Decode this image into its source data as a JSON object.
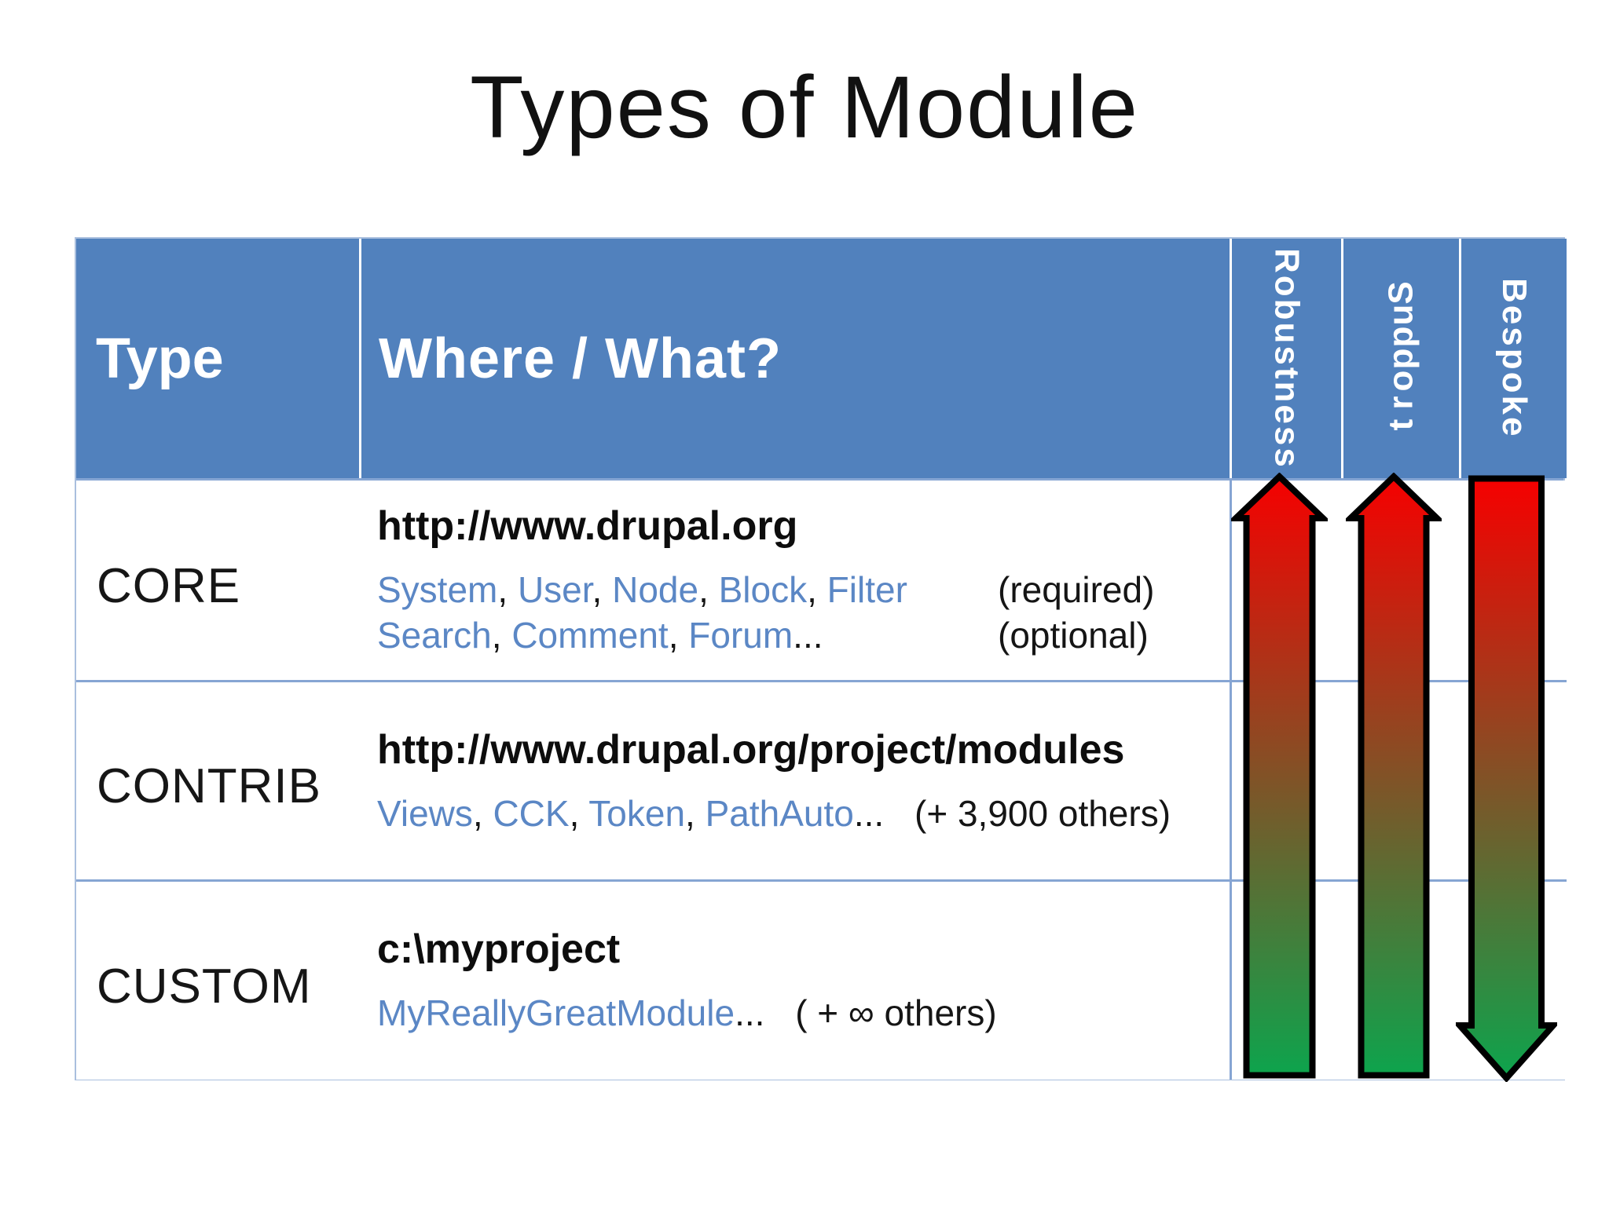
{
  "title": "Types of Module",
  "colors": {
    "header_blue": "#5181bd",
    "line_blue": "#86a5d3",
    "link_blue": "#5b87c5",
    "text_black": "#151515",
    "arrow_red": "#f60000",
    "arrow_green": "#0da44d",
    "arrow_outline": "#000000"
  },
  "table": {
    "header": {
      "type_label": "Type",
      "where_label": "Where / What?",
      "vertical_labels": [
        "Robustness",
        "Support",
        "Bespoke"
      ]
    },
    "rows": [
      {
        "type": "CORE",
        "location": "http://www.drupal.org",
        "lines": [
          {
            "segments": [
              {
                "t": "System",
                "c": "blue"
              },
              {
                "t": ", ",
                "c": "black"
              },
              {
                "t": "User",
                "c": "blue"
              },
              {
                "t": ", ",
                "c": "black"
              },
              {
                "t": "Node",
                "c": "blue"
              },
              {
                "t": ", ",
                "c": "black"
              },
              {
                "t": "Block",
                "c": "blue"
              },
              {
                "t": ", ",
                "c": "black"
              },
              {
                "t": "Filter",
                "c": "blue"
              }
            ],
            "note": "(required)"
          },
          {
            "segments": [
              {
                "t": "Search",
                "c": "blue"
              },
              {
                "t": ", ",
                "c": "black"
              },
              {
                "t": "Comment",
                "c": "blue"
              },
              {
                "t": ", ",
                "c": "black"
              },
              {
                "t": "Forum",
                "c": "blue"
              },
              {
                "t": "...",
                "c": "black"
              }
            ],
            "note": "(optional)"
          }
        ]
      },
      {
        "type": "CONTRIB",
        "location": "http://www.drupal.org/project/modules",
        "lines": [
          {
            "segments": [
              {
                "t": "Views",
                "c": "blue"
              },
              {
                "t": ", ",
                "c": "black"
              },
              {
                "t": "CCK",
                "c": "blue"
              },
              {
                "t": ", ",
                "c": "black"
              },
              {
                "t": "Token",
                "c": "blue"
              },
              {
                "t": ", ",
                "c": "black"
              },
              {
                "t": "PathAuto",
                "c": "blue"
              },
              {
                "t": "...",
                "c": "black"
              }
            ],
            "note": "(+ 3,900 others)"
          }
        ]
      },
      {
        "type": "CUSTOM",
        "location": "c:\\myproject",
        "lines": [
          {
            "segments": [
              {
                "t": "MyReallyGreatModule",
                "c": "blue"
              },
              {
                "t": "...",
                "c": "black"
              }
            ],
            "note": "( + ∞ others)"
          }
        ]
      }
    ]
  },
  "arrows": [
    {
      "name": "robustness-arrow",
      "direction": "up",
      "top_color": "#f60000",
      "bottom_color": "#0da44d"
    },
    {
      "name": "support-arrow",
      "direction": "up",
      "top_color": "#f60000",
      "bottom_color": "#0da44d"
    },
    {
      "name": "bespoke-arrow",
      "direction": "down",
      "top_color": "#f60000",
      "bottom_color": "#0da44d"
    }
  ]
}
